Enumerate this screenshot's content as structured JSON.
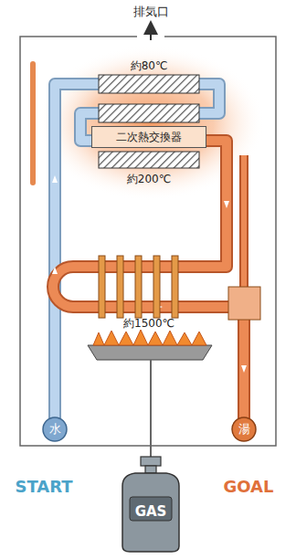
{
  "diagram": {
    "nodes": [
      {
        "text": [
          "二次熱交換器"
        ]
      },
      {
        "text": [
          "水"
        ]
      },
      {
        "text": [
          "湯"
        ]
      },
      {
        "text": [
          "GAS"
        ]
      }
    ],
    "labels": [
      "排気口",
      "約80℃",
      "約200℃",
      "約1500℃",
      "START",
      "GOAL"
    ]
  }
}
